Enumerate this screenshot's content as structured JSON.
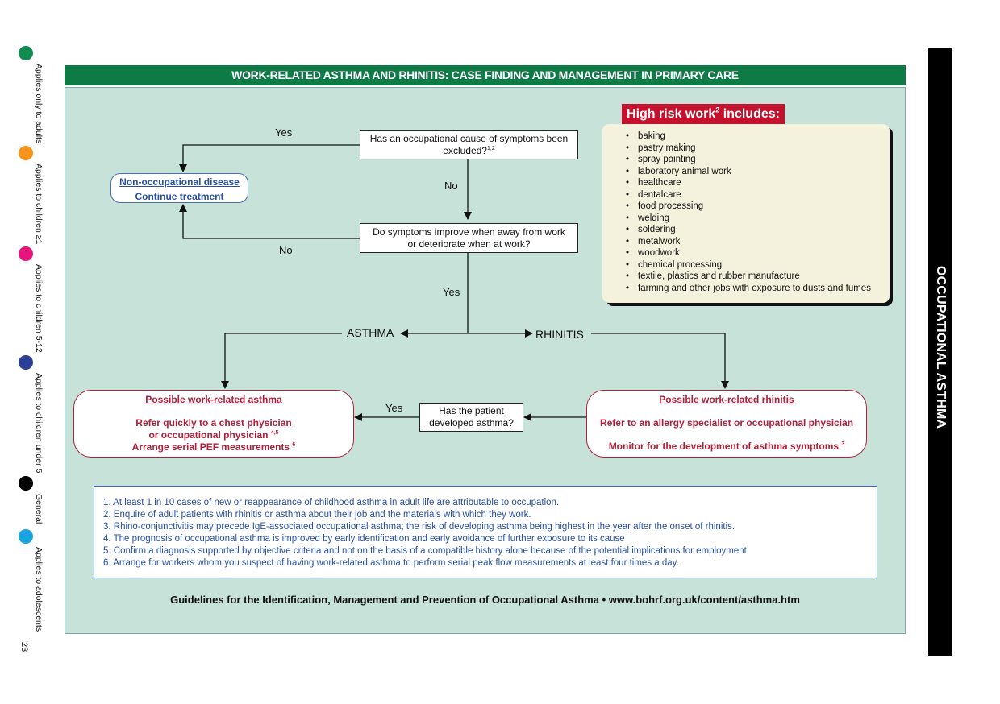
{
  "header": {
    "title": "WORK-RELATED ASTHMA AND RHINITIS: CASE FINDING AND MANAGEMENT IN PRIMARY CARE"
  },
  "sidebar": {
    "title": "OCCUPATIONAL ASTHMA"
  },
  "legend": [
    {
      "label": "Applies only to adults",
      "color": "#138a4f"
    },
    {
      "label": "Applies to children ≥1",
      "color": "#f7941d"
    },
    {
      "label": "Applies to children 5-12",
      "color": "#e5157b"
    },
    {
      "label": "Applies to children under 5",
      "color": "#2b3f99"
    },
    {
      "label": "General",
      "color": "#000000"
    },
    {
      "label": "Applies to adolescents",
      "color": "#1aa3e0"
    }
  ],
  "page_number": "23",
  "flow": {
    "q1": {
      "text": "Has an occupational cause of symptoms been excluded?",
      "sup": "1,2"
    },
    "q2": {
      "line1": "Do symptoms improve when away from work",
      "line2": "or deteriorate when at work?"
    },
    "q3": {
      "line1": "Has the patient",
      "line2": "developed asthma?"
    },
    "non_occ": {
      "line1": "Non-occupational disease",
      "line2": "Continue treatment"
    },
    "yes_q1": "Yes",
    "no_q1": "No",
    "no_q2": "No",
    "yes_q2": "Yes",
    "yes_q3": "Yes",
    "asthma": "ASTHMA",
    "rhinitis": "RHINITIS",
    "asthma_box": {
      "title": "Possible work-related asthma",
      "line1": "Refer quickly to a chest physician",
      "line2": "or occupational physician",
      "line2_sup": "4,5",
      "line3": "Arrange serial PEF measurements",
      "line3_sup": "6"
    },
    "rhinitis_box": {
      "title": "Possible work-related rhinitis",
      "line1": "Refer to an allergy specialist or occupational physician",
      "line2": "Monitor for the development of asthma symptoms",
      "line2_sup": "3"
    }
  },
  "high_risk": {
    "title_pre": "High risk work",
    "title_sup": "2",
    "title_post": " includes:",
    "items": [
      "baking",
      "pastry making",
      "spray painting",
      "laboratory animal work",
      "healthcare",
      "dentalcare",
      "food processing",
      "welding",
      "soldering",
      "metalwork",
      "woodwork",
      "chemical processing",
      "textile, plastics and rubber manufacture",
      "farming and other jobs with exposure to dusts and fumes"
    ]
  },
  "notes": [
    "1.  At least 1 in 10 cases of new or reappearance of childhood asthma in adult life are attributable to occupation.",
    "2.  Enquire of adult patients with rhinitis or asthma about their job and the materials with which they work.",
    "3.  Rhino-conjunctivitis may precede IgE-associated occupational asthma; the risk of developing asthma being highest in the year after the onset of rhinitis.",
    "4.  The prognosis of occupational asthma is improved by early identification and early avoidance of further exposure to its cause",
    "5.  Confirm a diagnosis supported by objective criteria and not on the basis of a compatible history alone because of the potential implications for employment.",
    "6.  Arrange for workers whom you suspect of having work-related asthma to perform serial peak flow measurements at least four times a day."
  ],
  "footer": "Guidelines for the Identification, Management and Prevention of Occupational Asthma • www.bohrf.org.uk/content/asthma.htm"
}
